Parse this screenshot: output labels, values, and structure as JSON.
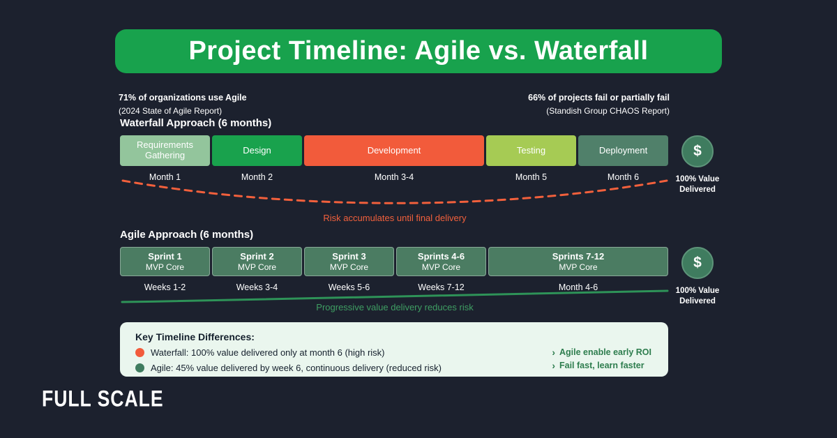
{
  "banner": {
    "title": "Project Timeline: Agile vs. Waterfall"
  },
  "stats": {
    "left_bold": "71% of organizations use Agile",
    "left_sub": "(2024 State of Agile Report)",
    "right_bold": "66% of projects fail or partially fail",
    "right_sub": "(Standish Group CHAOS Report)"
  },
  "waterfall": {
    "heading": "Waterfall Approach (6 months)",
    "phases": [
      {
        "label": "Requirements Gathering",
        "period": "Month 1",
        "color": "#93c59c"
      },
      {
        "label": "Design",
        "period": "Month 2",
        "color": "#19a24d"
      },
      {
        "label": "Development",
        "period": "Month 3-4",
        "color": "#f25b3b"
      },
      {
        "label": "Testing",
        "period": "Month 5",
        "color": "#a6cb54"
      },
      {
        "label": "Deployment",
        "period": "Month 6",
        "color": "#50806a"
      }
    ],
    "badge": {
      "symbol": "$",
      "label_line1": "100% Value",
      "label_line2": "Delivered"
    },
    "risk_note": "Risk accumulates until final delivery"
  },
  "agile": {
    "heading": "Agile Approach (6 months)",
    "box_color": "#4b7c62",
    "sprints": [
      {
        "title": "Sprint 1",
        "sub": "MVP Core",
        "period": "Weeks 1-2"
      },
      {
        "title": "Sprint 2",
        "sub": "MVP Core",
        "period": "Weeks 3-4"
      },
      {
        "title": "Sprint 3",
        "sub": "MVP Core",
        "period": "Weeks 5-6"
      },
      {
        "title": "Sprints 4-6",
        "sub": "MVP Core",
        "period": "Weeks 7-12"
      },
      {
        "title": "Sprints 7-12",
        "sub": "MVP Core",
        "period": "Month 4-6"
      }
    ],
    "badge": {
      "symbol": "$",
      "label_line1": "100% Value",
      "label_line2": "Delivered"
    },
    "value_note": "Progressive value delivery reduces risk"
  },
  "key_differences": {
    "title": "Key Timeline Differences:",
    "chevron": "›",
    "bullets": [
      {
        "color": "#f25b3b",
        "text": "Waterfall: 100% value delivered only at month 6 (high risk)"
      },
      {
        "color": "#3f7c5f",
        "text": "Agile: 45% value delivered by week 6, continuous delivery (reduced risk)"
      }
    ],
    "highlights": [
      "Agile enable early ROI",
      "Fail fast, learn faster"
    ]
  },
  "logo": {
    "text": "FULL SCALE"
  },
  "colors": {
    "background": "#1c212e",
    "banner_green": "#18a24d",
    "risk_orange": "#f2603c",
    "value_green": "#3f9e63",
    "panel_bg": "#eaf6ee"
  }
}
